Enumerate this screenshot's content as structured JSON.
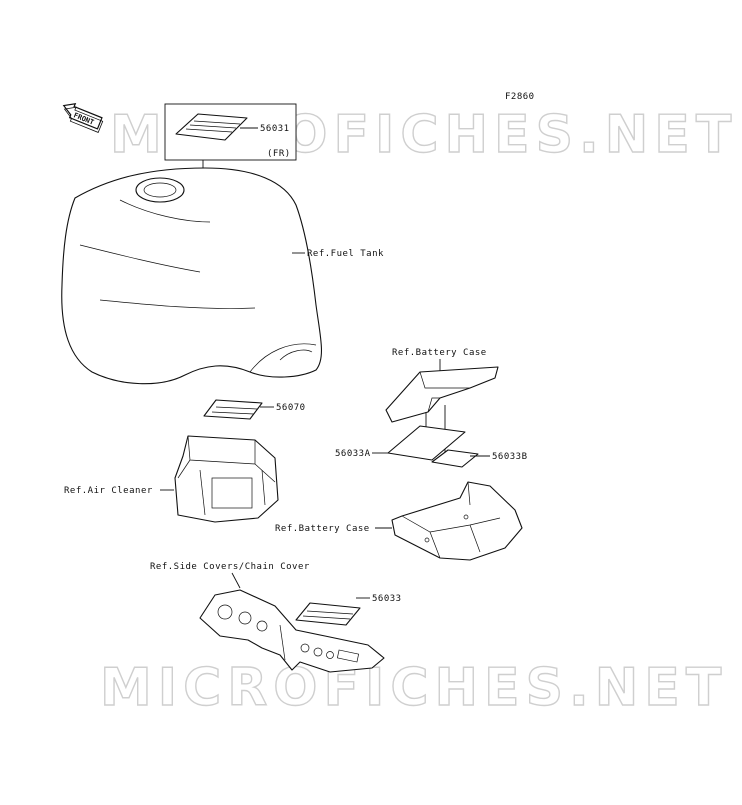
{
  "diagram": {
    "figure_code": "F2860",
    "front_arrow_label": "FRONT",
    "watermark_top": "MICROFICHES.NET",
    "watermark_bottom": "MICROFICHES.NET",
    "inset": {
      "part_number": "56031",
      "note": "(FR)"
    },
    "labels": {
      "fuel_tank": "Ref.Fuel Tank",
      "battery_case_top": "Ref.Battery Case",
      "battery_case_bottom": "Ref.Battery Case",
      "air_cleaner": "Ref.Air Cleaner",
      "side_covers": "Ref.Side Covers/Chain Cover"
    },
    "parts": {
      "p56070": "56070",
      "p56033A": "56033A",
      "p56033B": "56033B",
      "p56033": "56033"
    }
  }
}
